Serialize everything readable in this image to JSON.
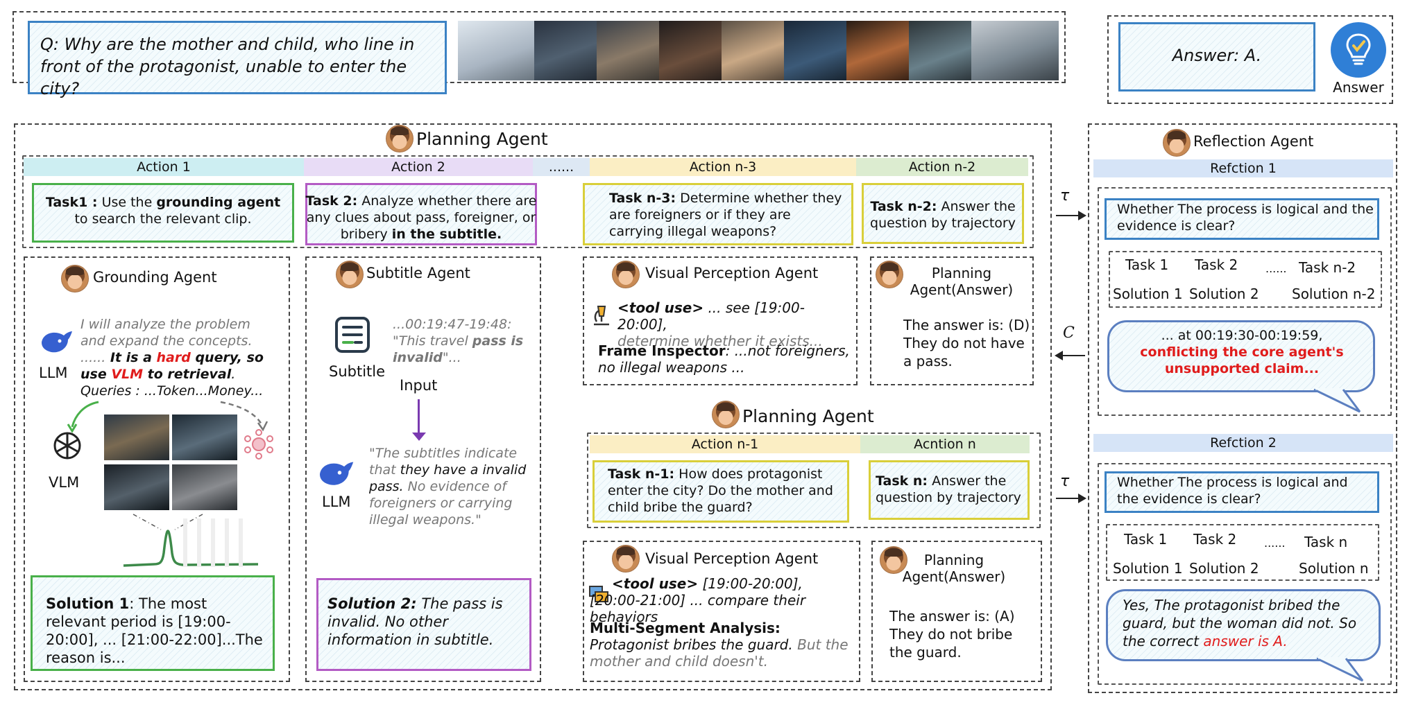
{
  "question": {
    "label": "Q",
    "text": "Why are the mother and child, who line in front of the protagonist, unable to enter the city?"
  },
  "answer": {
    "text": "Answer: A.",
    "icon_label": "Answer"
  },
  "planning_agent": {
    "title": "Planning Agent",
    "actions": [
      {
        "label": "Action 1",
        "color": "#cdeef2"
      },
      {
        "label": "Action 2",
        "color": "#e8dcf6"
      },
      {
        "label": "......",
        "color": "#dde8f4"
      },
      {
        "label": "Action n-3",
        "color": "#fbeec4"
      },
      {
        "label": "Action n-2",
        "color": "#dcecd0"
      }
    ],
    "task1": {
      "head": "Task1 :",
      "pre": " Use the ",
      "bold": "grounding agent",
      "post": " to search the relevant clip."
    },
    "task2": {
      "head": "Task 2:",
      "pre": " Analyze whether there are any clues about pass, foreigner, or bribery ",
      "bold": "in the subtitle."
    },
    "task_n3": {
      "head": "Task n-3:",
      "text": " Determine whether they are foreigners or if they are carrying illegal weapons?"
    },
    "task_n2": {
      "head": "Task n-2:",
      "text": " Answer the question by trajectory"
    }
  },
  "grounding_agent": {
    "title": "Grounding Agent",
    "llm_label": "LLM",
    "vlm_label": "VLM",
    "reasoning_gray": "I will analyze the problem and expand the concepts. ......",
    "reasoning_b1": " It is a ",
    "reasoning_hard": "hard",
    "reasoning_b2": " query, so use ",
    "reasoning_vlm": "VLM",
    "reasoning_b3": " to retrieval",
    "reasoning_end": ".",
    "queries": "Queries : ...Token...Money...",
    "solution_head": "Solution 1",
    "solution_text": ": The most relevant period is [19:00-20:00], ... [21:00-22:00]...The reason is..."
  },
  "subtitle_agent": {
    "title": "Subtitle Agent",
    "icon_label": "Subtitle",
    "input_label": "Input",
    "llm_label": "LLM",
    "snippet_time": "...00:19:47-19:48:",
    "snippet_q1": "\"This travel ",
    "snippet_bold": "pass is invalid",
    "snippet_q2": "\"...",
    "llm_gray1": "\"The subtitles indicate that",
    "llm_black": " they have a invalid pass.",
    "llm_gray2": " No evidence of foreigners or carrying illegal weapons.\"",
    "solution_head": "Solution 2:",
    "solution_text": " The pass is invalid. No other information in subtitle."
  },
  "visual_agent_1": {
    "title": "Visual Perception Agent",
    "tool": "<tool use>",
    "tool_text": " ... see [19:00-20:00],",
    "tool_gray": "determine whether it exists...",
    "inspector": "Frame Inspector",
    "inspector_text": ": ...not foreigners, no illegal weapons ..."
  },
  "planning_answer_1": {
    "title": "Planning Agent(Answer)",
    "text": "The answer is: (D) They do not have a pass."
  },
  "planning_agent_2": {
    "title": "Planning Agent",
    "actions": [
      {
        "label": "Action n-1",
        "color": "#fbeec4"
      },
      {
        "label": "Acntion n",
        "color": "#dcecd0"
      }
    ],
    "task_n1": {
      "head": "Task n-1:",
      "text": " How does protagonist enter the city? Do the mother and child bribe the guard?"
    },
    "task_n": {
      "head": "Task n:",
      "text": " Answer the question by trajectory"
    }
  },
  "visual_agent_2": {
    "title": "Visual Perception Agent",
    "tool": "<tool use>",
    "tool_text": " [19:00-20:00], ",
    "tool_it": "[20:00-21:00] ... compare their behaviors",
    "analysis": "Multi-Segment Analysis:",
    "analysis_text": "Protagonist  bribes the guard.",
    "analysis_gray": " But the mother  and child doesn't."
  },
  "planning_answer_2": {
    "title": "Planning Agent(Answer)",
    "text": "The answer is: (A) They do not bribe the guard."
  },
  "reflection_agent": {
    "title": "Reflection Agent",
    "reflection1": {
      "label": "Refction 1",
      "question": "Whether The process is logical and the evidence is clear?",
      "tasks": [
        "Task 1",
        "Task 2",
        "......",
        "Task n-2"
      ],
      "solutions": [
        "Solution 1",
        "Solution 2",
        "Solution n-2"
      ],
      "bubble_black": "... at 00:19:30-00:19:59,",
      "bubble_red": "conflicting the core agent's unsupported claim..."
    },
    "reflection2": {
      "label": "Refction 2",
      "question": "Whether The process is logical and the evidence is clear?",
      "tasks": [
        "Task 1",
        "Task 2",
        "......",
        "Task n"
      ],
      "solutions": [
        "Solution 1",
        "Solution 2",
        "Solution n"
      ],
      "bubble_black": "Yes, The protagonist bribed the guard, but the woman did not. So the correct ",
      "bubble_red": "answer is A."
    }
  },
  "arrows": {
    "tau_1": "τ",
    "c": "C",
    "tau_2": "τ"
  }
}
